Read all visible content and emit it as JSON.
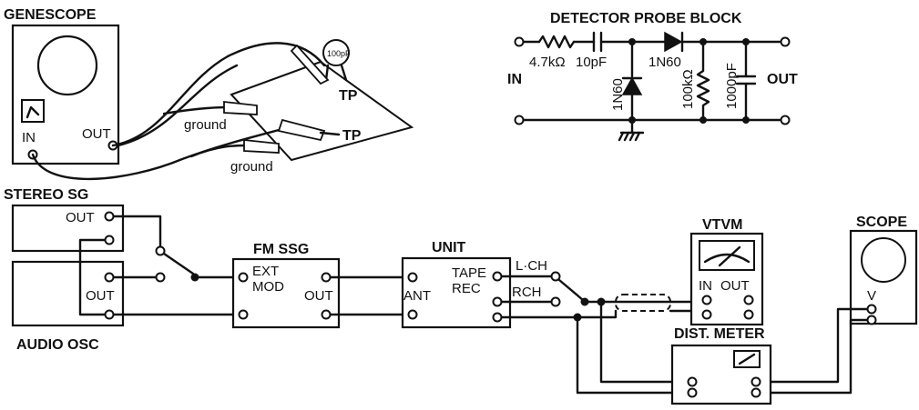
{
  "labels": {
    "genescope": "GENESCOPE",
    "gen_in": "IN",
    "gen_out": "OUT",
    "ground1": "ground",
    "ground2": "ground",
    "tp1": "TP",
    "tp2": "TP",
    "cap_100pf": "100pF",
    "detector_title": "DETECTOR PROBE BLOCK",
    "det_r1": "4.7kΩ",
    "det_c1": "10pF",
    "det_d1": "1N60",
    "det_d2": "1N60",
    "det_r2": "100kΩ",
    "det_c2": "1000pF",
    "det_in": "IN",
    "det_out": "OUT",
    "stereo_sg": "STEREO SG",
    "sg_out": "OUT",
    "audio_osc": "AUDIO OSC",
    "osc_out": "OUT",
    "fm_ssg": "FM SSG",
    "fm_ext": "EXT",
    "fm_mod": "MOD",
    "fm_out": "OUT",
    "unit": "UNIT",
    "unit_ant": "ANT",
    "unit_tape": "TAPE",
    "unit_rec": "REC",
    "lch": "L·CH",
    "rch": "RCH",
    "vtvm": "VTVM",
    "vtvm_in": "IN",
    "vtvm_out": "OUT",
    "scope": "SCOPE",
    "scope_v": "V",
    "dist_meter": "DIST. METER"
  }
}
